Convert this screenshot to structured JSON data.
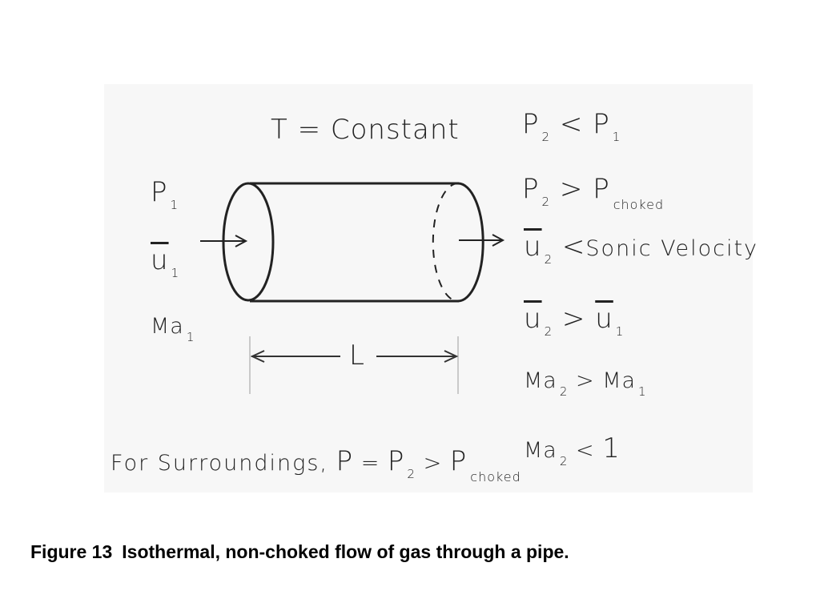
{
  "diagram": {
    "top_label": "T = Constant",
    "inlet": {
      "pressure": {
        "sym": "P",
        "sub": "1"
      },
      "velocity": {
        "sym": "u",
        "sub": "1"
      },
      "mach": {
        "sym": "Ma",
        "sub": "1"
      }
    },
    "length_label": "L",
    "conditions": [
      {
        "left": "P",
        "left_sub": "2",
        "op": "<",
        "right": "P",
        "right_sub": "1"
      },
      {
        "left": "P",
        "left_sub": "2",
        "op": ">",
        "right": "P",
        "right_sub": "choked"
      },
      {
        "left": "u",
        "left_sub": "2",
        "op": "<",
        "right": "Sonic Velocity",
        "right_sub": ""
      },
      {
        "left": "u",
        "left_sub": "2",
        "op": ">",
        "right": "u",
        "right_sub": "1"
      },
      {
        "left": "Ma",
        "left_sub": "2",
        "op": ">",
        "right": "Ma",
        "right_sub": "1"
      },
      {
        "left": "Ma",
        "left_sub": "2",
        "op": "<",
        "right": "1",
        "right_sub": ""
      }
    ],
    "surroundings": {
      "prefix": "For Surroundings,",
      "p": "P",
      "eq": "=",
      "p2": "P",
      "p2_sub": "2",
      "op": ">",
      "pc": "P",
      "pc_sub": "choked"
    }
  },
  "caption": {
    "number": "Figure 13",
    "text": "Isothermal, non-choked flow of gas through a pipe."
  }
}
